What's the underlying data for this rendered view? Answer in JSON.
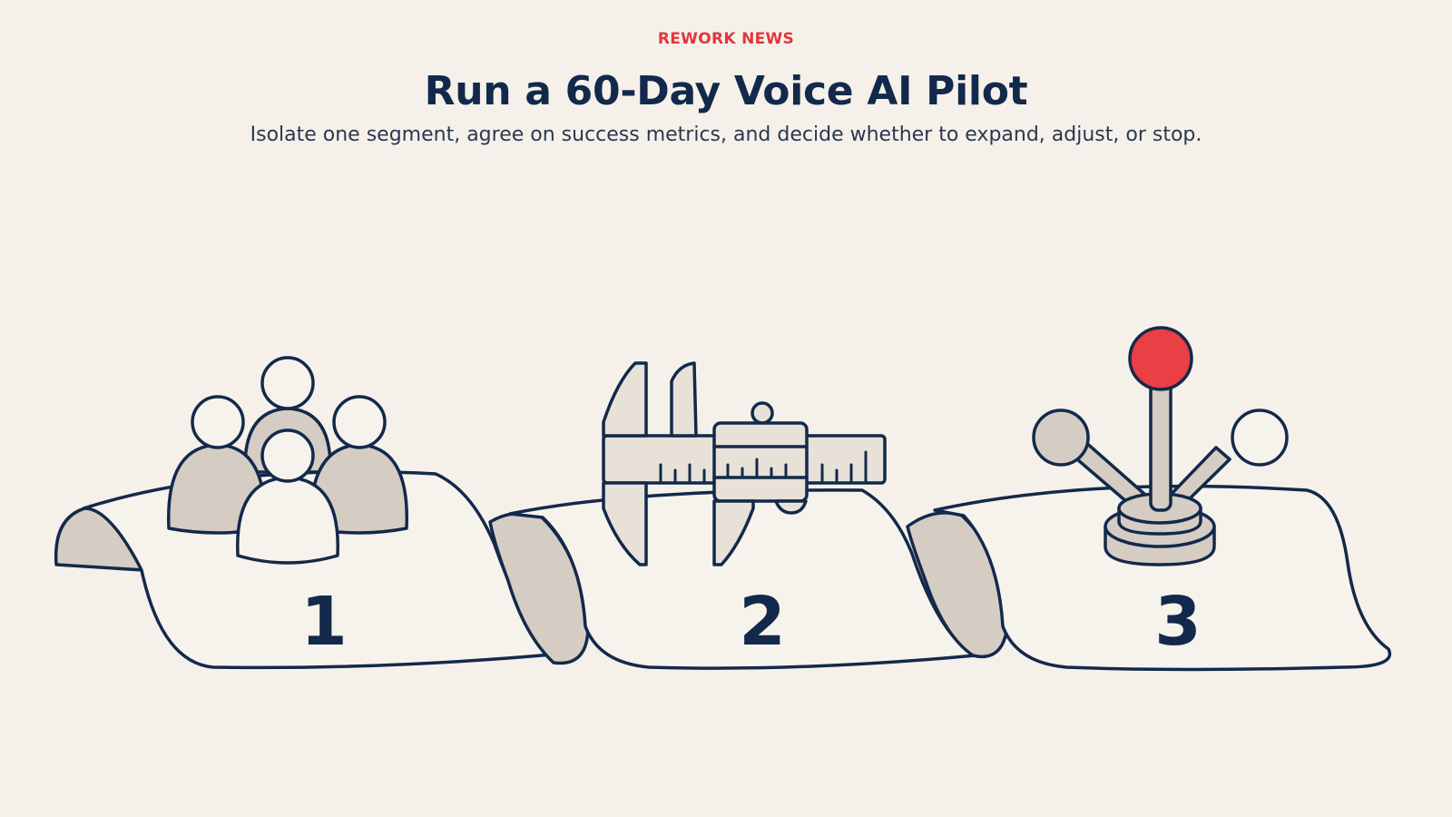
{
  "header": {
    "brand": "REWORK NEWS",
    "title": "Run a 60-Day Voice AI Pilot",
    "subtitle": "Isolate one segment, agree on success metrics, and decide whether to expand, adjust, or stop."
  },
  "steps": [
    {
      "number": "1",
      "icon": "people-group-icon"
    },
    {
      "number": "2",
      "icon": "caliper-icon"
    },
    {
      "number": "3",
      "icon": "joystick-lever-icon"
    }
  ],
  "colors": {
    "background": "#f5f1ea",
    "ink": "#13294b",
    "accent": "#e93f45",
    "fill": "#d5cdc3",
    "paper": "#f6f2ec"
  }
}
